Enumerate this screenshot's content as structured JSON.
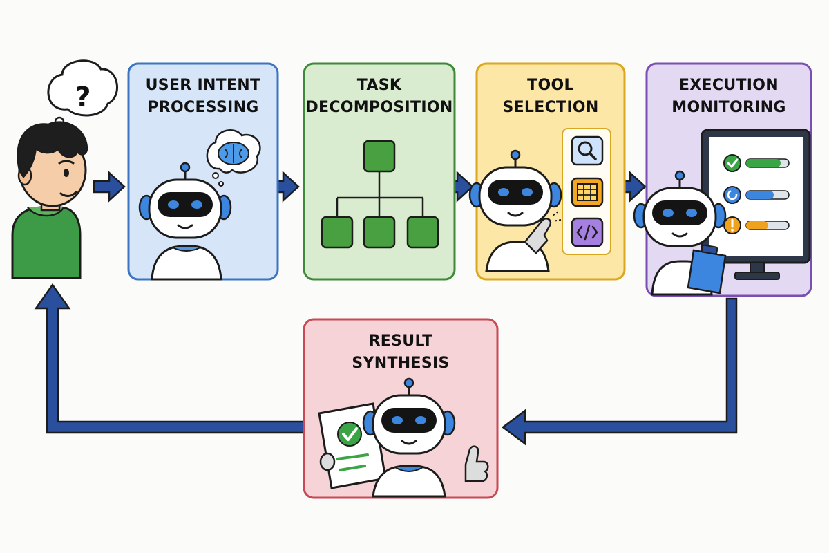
{
  "colors": {
    "flow_arrow": "#2a4f9c",
    "outline": "#1c1c1c",
    "intent_fill": "#d6e6f8",
    "intent_border": "#3c74c2",
    "decomp_fill": "#d9ecd0",
    "decomp_border": "#3f8a3a",
    "tool_fill": "#fde7a6",
    "tool_border": "#d9a722",
    "exec_fill": "#e4d9f3",
    "exec_border": "#7a4fb2",
    "result_fill": "#f6d3d6",
    "result_border": "#c94a55",
    "robot_accent": "#3d86e0",
    "node_green": "#49a040",
    "check_green": "#3aa545",
    "warn_orange": "#f0a21f"
  },
  "steps": {
    "intent": {
      "title_line1": "USER INTENT",
      "title_line2": "PROCESSING",
      "icon": "brain-icon"
    },
    "decomposition": {
      "title_line1": "TASK",
      "title_line2": "DECOMPOSITION",
      "icon": "hierarchy-tree-icon"
    },
    "tool": {
      "title_line1": "TOOL",
      "title_line2": "SELECTION",
      "icons": [
        "search-icon",
        "table-icon",
        "code-icon"
      ]
    },
    "execution": {
      "title_line1": "EXECUTION",
      "title_line2": "MONITORING",
      "status_icons": [
        "check-icon",
        "refresh-icon",
        "warning-icon"
      ]
    },
    "result": {
      "title_line1": "RESULT",
      "title_line2": "SYNTHESIS",
      "icon": "approved-document-icon"
    }
  },
  "user": {
    "thought_symbol": "?",
    "icon": "person-icon"
  }
}
